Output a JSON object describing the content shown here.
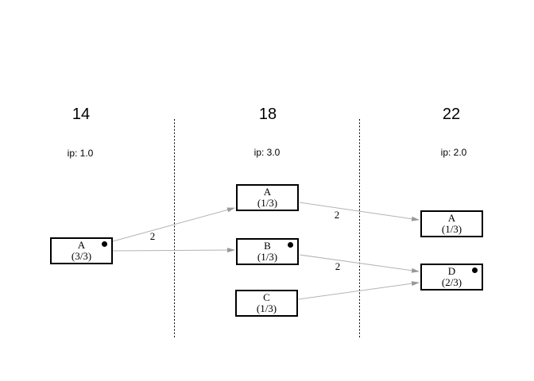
{
  "diagram": {
    "columns": [
      {
        "header": "14",
        "ip": "ip: 1.0"
      },
      {
        "header": "18",
        "ip": "ip: 3.0"
      },
      {
        "header": "22",
        "ip": "ip: 2.0"
      }
    ],
    "nodes": [
      {
        "id": "A-14",
        "label": "A",
        "fraction": "(3/3)",
        "column": "14",
        "marked": true
      },
      {
        "id": "A-18",
        "label": "A",
        "fraction": "(1/3)",
        "column": "18",
        "marked": false
      },
      {
        "id": "B-18",
        "label": "B",
        "fraction": "(1/3)",
        "column": "18",
        "marked": true
      },
      {
        "id": "C-18",
        "label": "C",
        "fraction": "(1/3)",
        "column": "18",
        "marked": false
      },
      {
        "id": "A-22",
        "label": "A",
        "fraction": "(1/3)",
        "column": "22",
        "marked": false
      },
      {
        "id": "D-22",
        "label": "D",
        "fraction": "(2/3)",
        "column": "22",
        "marked": true
      }
    ],
    "edges": [
      {
        "from": "A-14",
        "to": "A-18",
        "label": "2"
      },
      {
        "from": "A-14",
        "to": "B-18",
        "label": ""
      },
      {
        "from": "A-18",
        "to": "A-22",
        "label": "2"
      },
      {
        "from": "B-18",
        "to": "D-22",
        "label": "2"
      },
      {
        "from": "C-18",
        "to": "D-22",
        "label": ""
      }
    ],
    "colors": {
      "background": "#ffffff",
      "edge": "#b3b3b3",
      "arrowhead": "#999999",
      "divider": "#000000",
      "node_border": "#000000",
      "text": "#000000",
      "marker_dot": "#000000"
    }
  }
}
